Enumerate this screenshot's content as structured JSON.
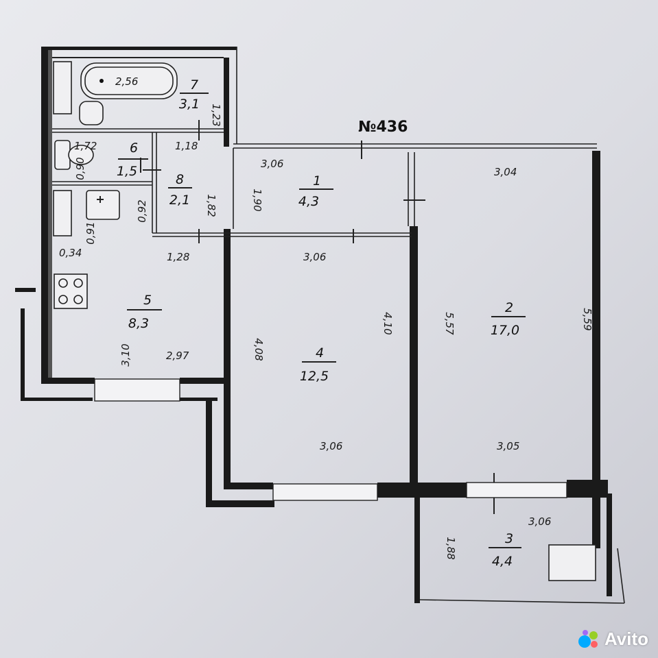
{
  "plan_number": "№436",
  "rooms": [
    {
      "num": "1",
      "area": "4,3"
    },
    {
      "num": "2",
      "area": "17,0"
    },
    {
      "num": "3",
      "area": "4,4"
    },
    {
      "num": "4",
      "area": "12,5"
    },
    {
      "num": "5",
      "area": "8,3"
    },
    {
      "num": "6",
      "area": "1,5"
    },
    {
      "num": "7",
      "area": "3,1"
    },
    {
      "num": "8",
      "area": "2,1"
    }
  ],
  "dimensions": [
    "2,56",
    "1,23",
    "1,72",
    "0,90",
    "1,18",
    "1,82",
    "0,92",
    "0,91",
    "0,34",
    "1,28",
    "3,06",
    "1,90",
    "3,04",
    "3,06",
    "4,10",
    "5,57",
    "5,59",
    "2,97",
    "3,10",
    "4,08",
    "3,06",
    "3,05",
    "3,06",
    "1,88"
  ],
  "watermark": {
    "text": "Avito",
    "colors": [
      "#00aaff",
      "#97cf26",
      "#ff6163",
      "#a169f7"
    ]
  }
}
